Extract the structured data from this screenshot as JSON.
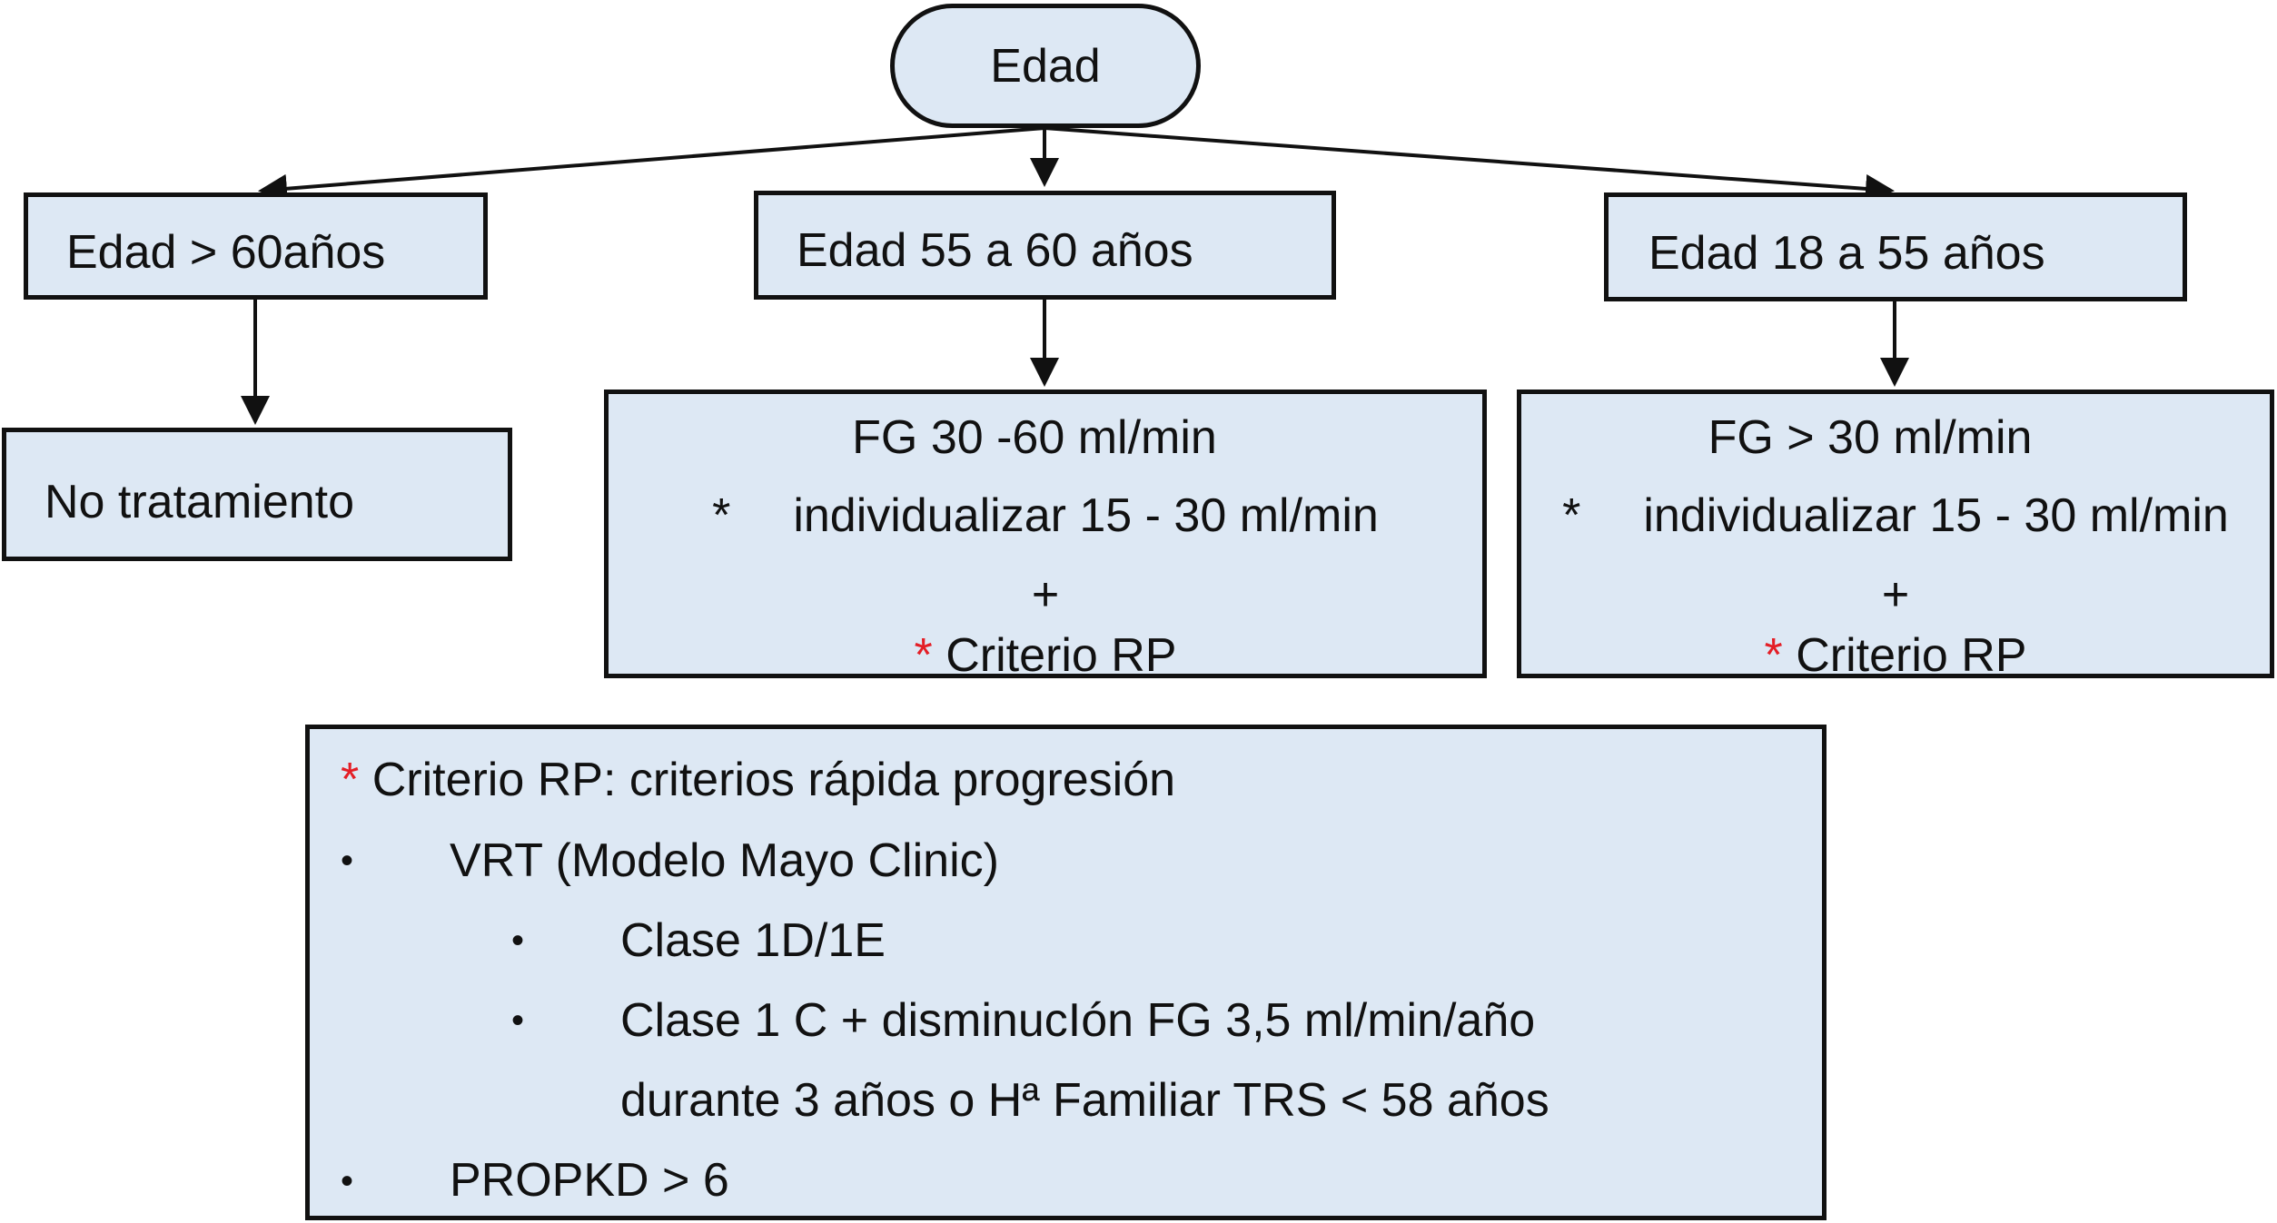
{
  "root": {
    "label": "Edad"
  },
  "branches": [
    {
      "label": "Edad > 60años",
      "outcome": {
        "label": "No tratamiento"
      }
    },
    {
      "label": "Edad 55 a 60 años",
      "outcome": {
        "line1": "FG 30  -60 ml/min",
        "line2_marker": "*",
        "line2": "individualizar 15 - 30 ml/min",
        "line3": "+",
        "line4_marker": "*",
        "line4": "Criterio RP"
      }
    },
    {
      "label": "Edad 18 a 55 años",
      "outcome": {
        "line1": "FG > 30 ml/min",
        "line2_marker": "*",
        "line2": "individualizar 15 - 30 ml/min",
        "line3": "+",
        "line4_marker": "*",
        "line4": "Criterio RP"
      }
    }
  ],
  "legend": {
    "marker": "*",
    "title": "Criterio RP: criterios rápida progresión",
    "bullet_glyph": "•",
    "items": [
      "VRT (Modelo Mayo  Clinic)",
      "Clase 1D/1E",
      "Clase 1 C + disminucIón FG 3,5 ml/min/año",
      "durante 3 años o Hª Familiar TRS < 58 años",
      "PROPKD > 6"
    ]
  },
  "colors": {
    "box_fill": "#dde8f4",
    "border": "#111111",
    "marker_red": "#e41e26"
  }
}
